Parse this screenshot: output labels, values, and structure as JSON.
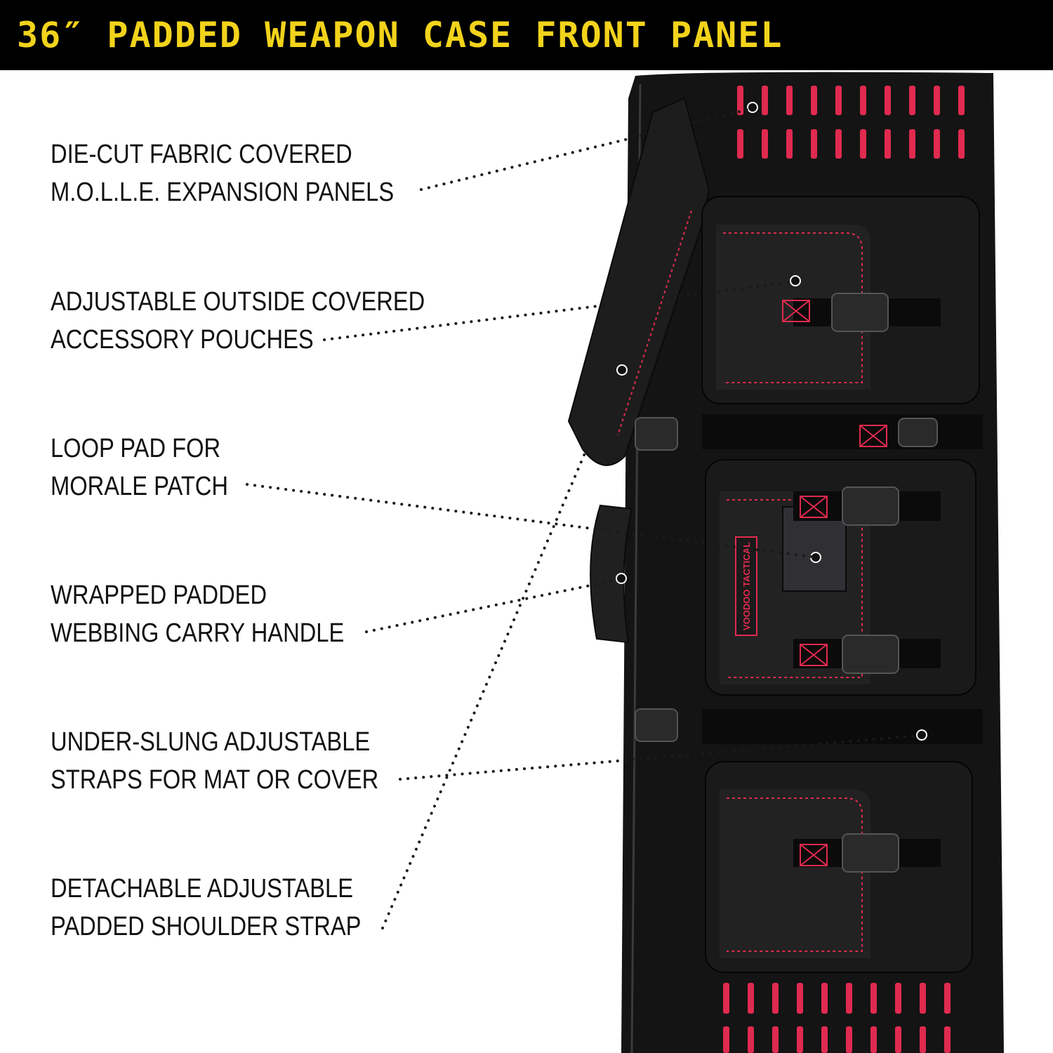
{
  "banner": {
    "title": "36″ PADDED WEAPON CASE FRONT PANEL",
    "background": "#000000",
    "text_color": "#f2d31b"
  },
  "product": {
    "image": "black padded weapon case with red stitching and red MOLLE slots",
    "logo_text": "VOODOO TACTICAL",
    "case_color": "#141414",
    "accent_color": "#e02a4f"
  },
  "callouts": [
    {
      "id": "molle",
      "lines": [
        "DIE-CUT FABRIC COVERED",
        "M.O.L.L.E. EXPANSION PANELS"
      ]
    },
    {
      "id": "pouches",
      "lines": [
        "ADJUSTABLE OUTSIDE COVERED",
        "ACCESSORY POUCHES"
      ]
    },
    {
      "id": "loop-pad",
      "lines": [
        "LOOP PAD FOR",
        "MORALE PATCH"
      ]
    },
    {
      "id": "handle",
      "lines": [
        "WRAPPED PADDED",
        "WEBBING CARRY HANDLE"
      ]
    },
    {
      "id": "straps",
      "lines": [
        "UNDER-SLUNG ADJUSTABLE",
        "STRAPS FOR MAT OR COVER"
      ]
    },
    {
      "id": "shoulder",
      "lines": [
        "DETACHABLE ADJUSTABLE",
        "PADDED SHOULDER STRAP"
      ]
    }
  ]
}
